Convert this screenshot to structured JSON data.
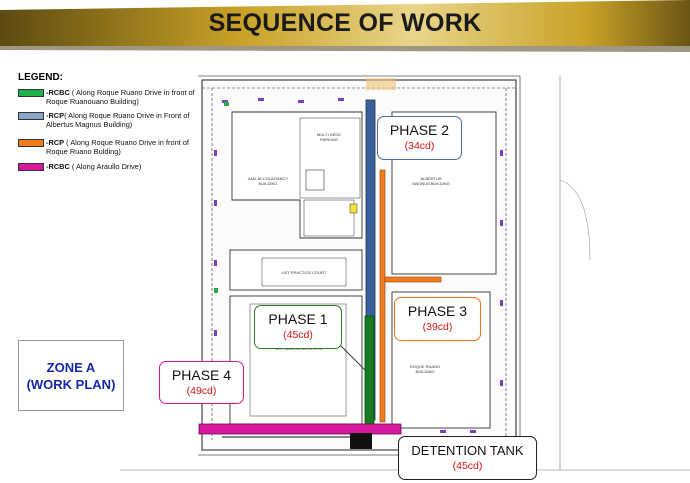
{
  "header": {
    "title": "SEQUENCE OF WORK"
  },
  "legend": {
    "title": "LEGEND:",
    "items": [
      {
        "code": "-RCBC",
        "desc": " ( Along Roque Ruano Drive in front of Roque Ruanouano Building)",
        "color": "#1db34a"
      },
      {
        "code": "-RCP",
        "desc": "( Along Roque Ruano Drive in Front of Albertus Magnus Building)",
        "color": "#8ba6cc"
      },
      {
        "code": "-RCP",
        "desc": " ( Along Roque Ruano Drive in front of Roque Ruano Bulding)",
        "color": "#f07c1c"
      },
      {
        "code": "-RCBC",
        "desc": " ( Along Araullo Drive)",
        "color": "#d6189e"
      }
    ]
  },
  "zone": {
    "line1": "ZONE A",
    "line2": "(WORK PLAN)"
  },
  "phases": [
    {
      "name": "PHASE 1",
      "duration": "(45cd)",
      "border": "#2e7d1e"
    },
    {
      "name": "PHASE 2",
      "duration": "(34cd)",
      "border": "#4b6f9b"
    },
    {
      "name": "PHASE 3",
      "duration": "(39cd)",
      "border": "#e8741c"
    },
    {
      "name": "PHASE 4",
      "duration": "(49cd)",
      "border": "#d6189e"
    },
    {
      "name": "DETENTION TANK",
      "duration": "(45cd)",
      "border": "#222222"
    }
  ],
  "map_labels": {
    "multi_deck": "MULTI DECK\nPARKING",
    "accountancy": "AMV ACCOUNTANCY\nBUILDING",
    "practice_court": "UST PRACTICE COURT",
    "albertus": "ALBERTUS\nMAGNUS BUILDING",
    "sports": "UST SEAT/SPORTS GYM",
    "roque": "ROQUE RUANO\nBUILDING"
  },
  "colors": {
    "banner_gold": "#c9a227",
    "banner_dark": "#5a4a12",
    "phase2_line": "#3b5f9a",
    "phase1_line": "#167a1e",
    "tank": "#111111"
  }
}
